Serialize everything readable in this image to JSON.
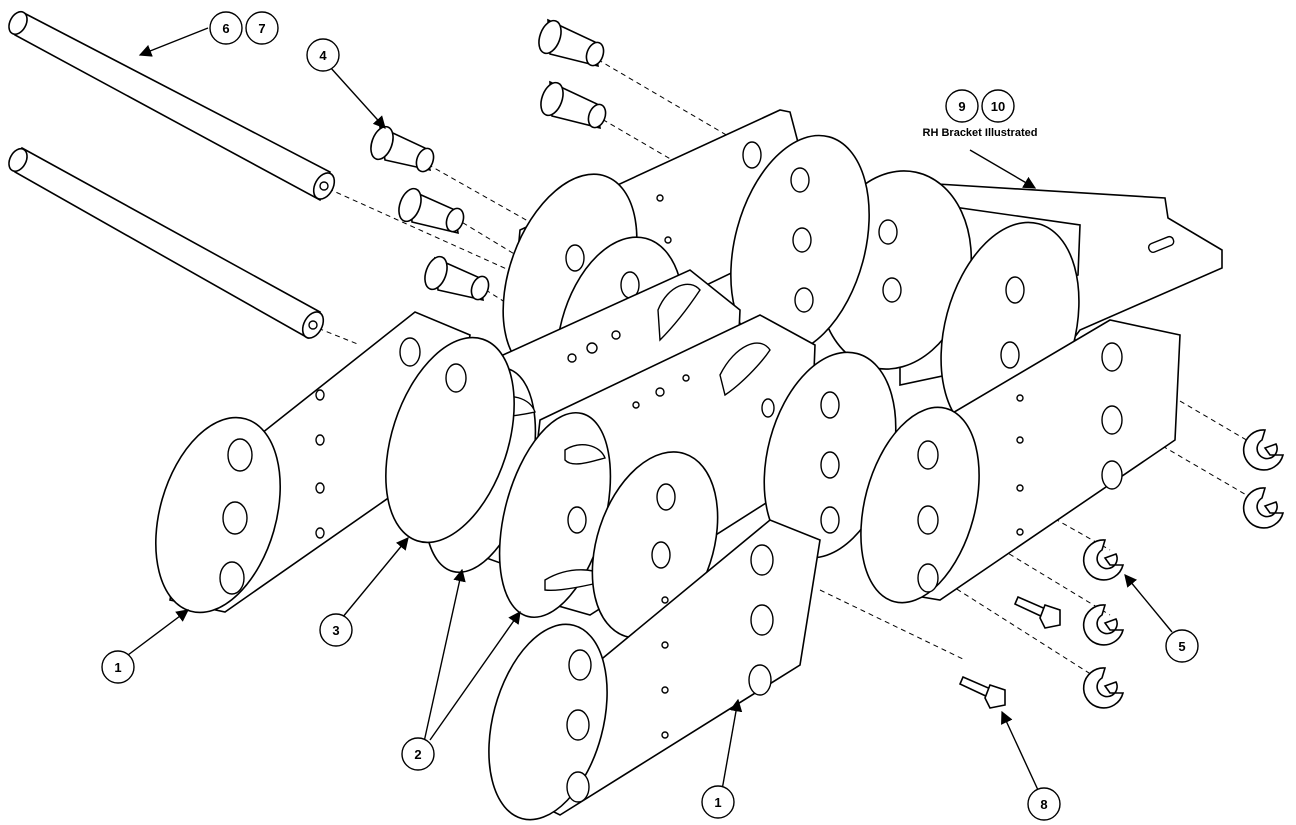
{
  "callouts": {
    "c1a": "1",
    "c1b": "1",
    "c2": "2",
    "c3": "3",
    "c4": "4",
    "c5": "5",
    "c6": "6",
    "c7": "7",
    "c8": "8",
    "c9": "9",
    "c10": "10"
  },
  "bracket_note": "RH Bracket Illustrated",
  "colors": {
    "line": "#000000",
    "background": "#ffffff"
  }
}
